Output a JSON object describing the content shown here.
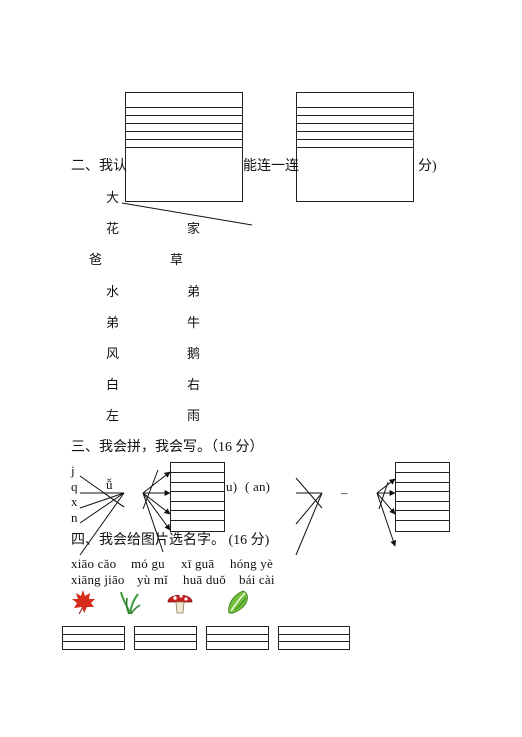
{
  "section2": {
    "heading_left": "二、我认",
    "heading_mid": "能连一连",
    "heading_right": "分)",
    "col_left": [
      "大",
      "花",
      "爸",
      "水",
      "弟",
      "风",
      "白",
      "左"
    ],
    "col_right": [
      "",
      "家",
      "草",
      "弟",
      "牛",
      "鹅",
      "右",
      "雨"
    ]
  },
  "section3": {
    "heading": "三、我会拼，我会写。（16 分）",
    "initials": [
      "j",
      "q",
      "x",
      "n"
    ],
    "u_umlaut": "ǚ",
    "final_mid": "u)",
    "final_right": "( an)",
    "dash": "–"
  },
  "section4": {
    "heading": "四、我会给图片选名字。 (16 分)",
    "pinyin_row1": [
      "xiāo cǎo",
      "mó gu",
      "xī guā",
      "hóng yè"
    ],
    "pinyin_row2": [
      "xiāng jiāo",
      "yù mǐ",
      "huā duǒ",
      "bái cài"
    ],
    "pictures": [
      "maple-leaf-icon",
      "grass-icon",
      "mushroom-icon",
      "cabbage-icon"
    ]
  },
  "colors": {
    "ink": "#111111",
    "leaf": "#d62a1a",
    "grass": "#3a9a3a",
    "mushroom": "#c81e1e",
    "cabbage": "#6fbf3a"
  }
}
